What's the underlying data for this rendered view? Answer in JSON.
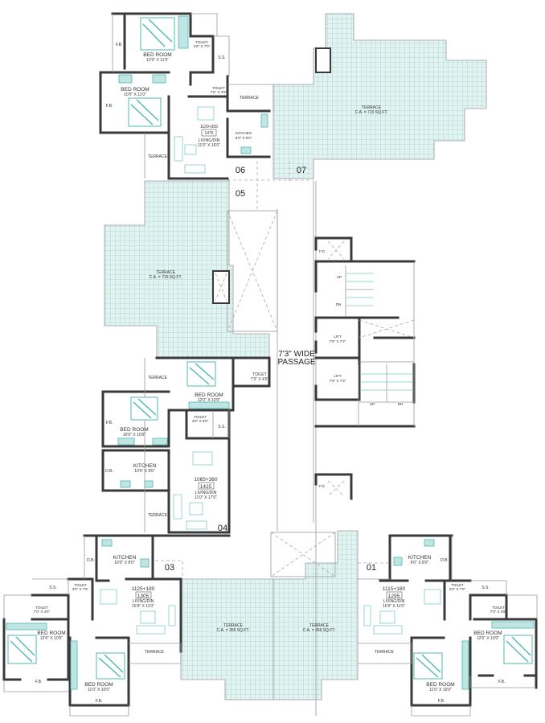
{
  "colors": {
    "walls": "#3a3a3a",
    "furniture": "#4fb8b0",
    "terrace_tile": "#e3f3f1",
    "terrace_grid": "#9fd3cf"
  },
  "unit06": {
    "number": "06",
    "bedroom1": {
      "label": "BED ROOM",
      "size": "12'0\" X 11'0\""
    },
    "bedroom2": {
      "label": "BED ROOM",
      "size": "10'0\" X 11'0\""
    },
    "toilet1": {
      "label": "TOILET",
      "size": "4'6\" X 7'0\""
    },
    "toilet2": {
      "label": "TOILET",
      "size": "7'6\" X 4'5\""
    },
    "ss": "S.S.",
    "fb1": "F.B.",
    "fb2": "F.B.",
    "terrace1": "TERRACE",
    "terrace2": "TERRACE",
    "kitchen": {
      "label": "KITCHEN",
      "size": "8'0\" X 9'0\""
    },
    "area": "1120+355",
    "total": "1475",
    "living": {
      "label": "LIVING/DIN",
      "size": "11'0\" X 16'0\""
    }
  },
  "unit05": {
    "number": "05"
  },
  "unit07": {
    "number": "07"
  },
  "unit04": {
    "number": "04",
    "bedroom1": {
      "label": "BED ROOM",
      "size": "12'0\" X 10'0\""
    },
    "toilet1": {
      "label": "TOILET",
      "size": "7'3\" X 4'6\""
    },
    "bedroom2": {
      "label": "BED ROOM",
      "size": "10'0\" X 10'0\""
    },
    "toilet2": {
      "label": "TOILET",
      "size": "4'6\" X 6'6\""
    },
    "ss": "S.S.",
    "fb": "F.B.",
    "db": "D.B.",
    "kitchen": {
      "label": "KITCHEN",
      "size": "10'0\" X 8'0\""
    },
    "area": "1065+360",
    "total": "1425",
    "living": {
      "label": "LIVING/DIN",
      "size": "11'0\" X 17'0\""
    },
    "terrace1": "TERRACE",
    "terrace2": "TERRACE"
  },
  "unit03": {
    "number": "03",
    "kitchen": {
      "label": "KITCHEN",
      "size": "10'0\" X 8'0\""
    },
    "db": "D.B.",
    "toilet1": {
      "label": "TOILET",
      "size": "4'0\" X 7'6\""
    },
    "ss": "S.S.",
    "toilet2": {
      "label": "TOILET",
      "size": "7'0\" X 4'6\""
    },
    "area": "1125+180",
    "total": "1305",
    "living": {
      "label": "LIVING/DIN",
      "size": "16'9\" X 11'0\""
    },
    "bedroom1": {
      "label": "BED ROOM",
      "size": "12'6\" X 10'0\""
    },
    "bedroom2": {
      "label": "BED ROOM",
      "size": "11'0\" X 10'0\""
    },
    "fb1": "F.B.",
    "fb2": "F.B.",
    "terrace": "TERRACE"
  },
  "unit01": {
    "number": "01",
    "kitchen": {
      "label": "KITCHEN",
      "size": "9'0\" X 8'0\""
    },
    "db": "D.B.",
    "toilet1": {
      "label": "TOILET",
      "size": "4'0\" X 7'6\""
    },
    "ss": "S.S.",
    "toilet2": {
      "label": "TOILET",
      "size": "7'0\" X 4'6\""
    },
    "area": "1115+180",
    "total": "1295",
    "living": {
      "label": "LIVING/DIN",
      "size": "16'9\" X 11'0\""
    },
    "bedroom1": {
      "label": "BED ROOM",
      "size": "12'6\" X 10'0\""
    },
    "bedroom2": {
      "label": "BED ROOM",
      "size": "11'0\" X 10'0\""
    },
    "fb1": "F.B.",
    "fb2": "F.B.",
    "terrace": "TERRACE"
  },
  "terraces": {
    "top": {
      "label": "TERRACE",
      "area": "C.A. = 710 SQ.FT."
    },
    "middle": {
      "label": "TERRACE",
      "area": "C.A. = 715 SQ.FT."
    },
    "bottom_left": {
      "label": "TERRACE",
      "area": "C.A. = 355 SQ.FT."
    },
    "bottom_right": {
      "label": "TERRACE",
      "area": "C.A. = 356 SQ.FT."
    }
  },
  "core": {
    "fd_top": "F.D.",
    "fd_bottom": "F.D.",
    "stair1_up": "UP",
    "stair1_dn": "DN",
    "stair2_up": "UP",
    "stair2_dn": "DN",
    "lift1": {
      "label": "LIFT",
      "size": "7'6\" X 7'3\""
    },
    "lift2": {
      "label": "LIFT",
      "size": "7'6\" X 7'3\""
    },
    "passage_line1": "7'3\" WIDE",
    "passage_line2": "PASSAGE"
  }
}
